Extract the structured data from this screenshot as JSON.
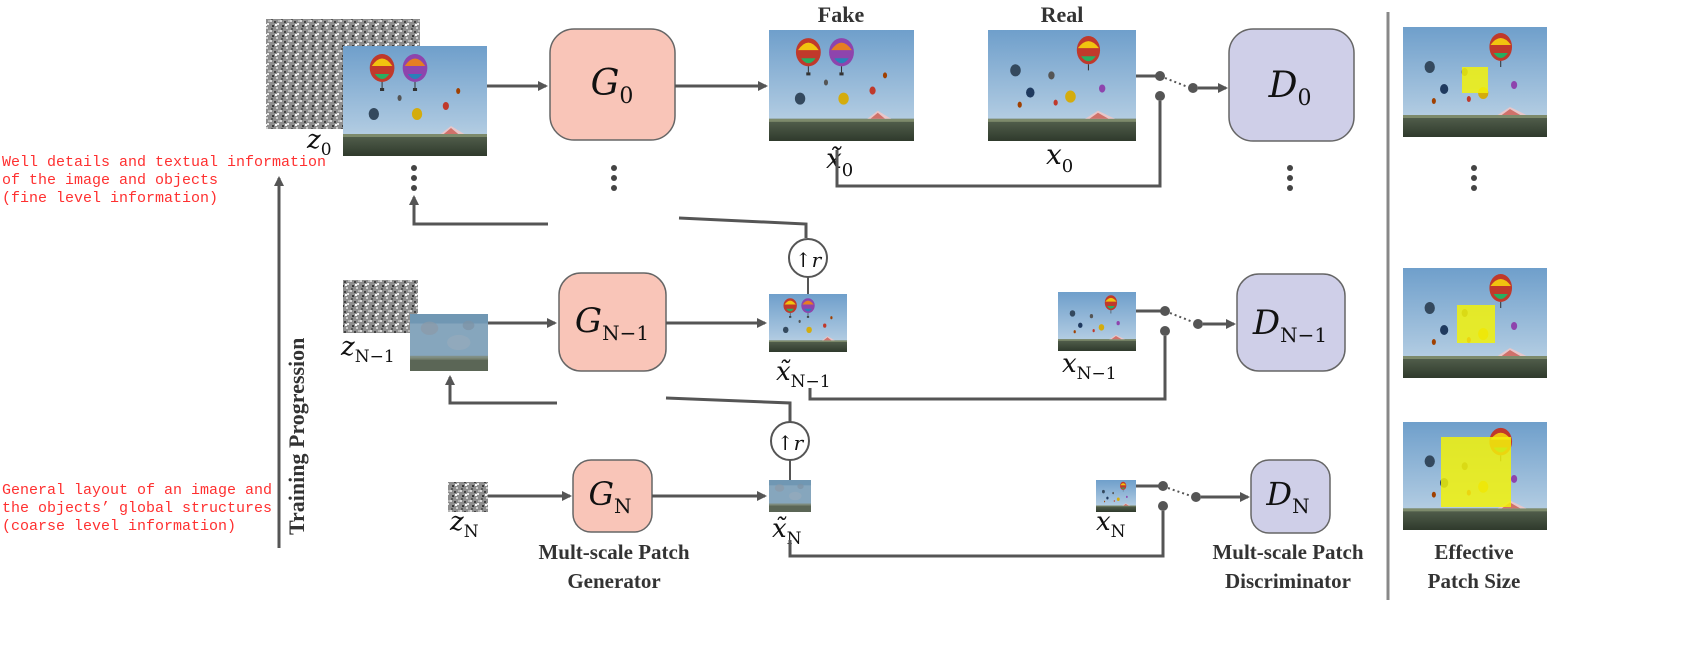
{
  "notes": {
    "fine": [
      "Well details and textual information",
      "of the image and objects",
      "(fine level information)"
    ],
    "coarse": [
      "General layout of an image and",
      "the objects’ global structures",
      "(coarse level information)"
    ]
  },
  "labels": {
    "training_progression": "Training Progression",
    "fake": "Fake",
    "real": "Real",
    "generator": [
      "Mult-scale Patch",
      "Generator"
    ],
    "discriminator": [
      "Mult-scale Patch",
      "Discriminator"
    ],
    "effective": [
      "Effective",
      "Patch Size"
    ],
    "upsample": "↑r"
  },
  "math": {
    "z0": "z",
    "z0_sub": "0",
    "zN1": "z",
    "zN1_sub": "N−1",
    "zN": "z",
    "zN_sub": "N",
    "xt0": "x̃",
    "xt0_sub": "0",
    "x0": "x",
    "x0_sub": "0",
    "xtN1": "x̃",
    "xtN1_sub": "N−1",
    "xN1": "x",
    "xN1_sub": "N−1",
    "xtN": "x̃",
    "xtN_sub": "N",
    "xN": "x",
    "xN_sub": "N"
  },
  "generators": {
    "g0": "G",
    "g0_sub": "0",
    "gN1": "G",
    "gN1_sub": "N−1",
    "gN": "G",
    "gN_sub": "N"
  },
  "discriminators": {
    "d0": "D",
    "d0_sub": "0",
    "dN1": "D",
    "dN1_sub": "N−1",
    "dN": "D",
    "dN_sub": "N"
  },
  "colors": {
    "generator_fill": "#f9c5b8",
    "discriminator_fill": "#cfcfe8",
    "box_stroke": "#666666",
    "note_text": "#ff3030",
    "arrow": "#555555",
    "patch": "#f2f20a",
    "sky": "#7fa9d0",
    "crowd": "#3e4a3a"
  }
}
